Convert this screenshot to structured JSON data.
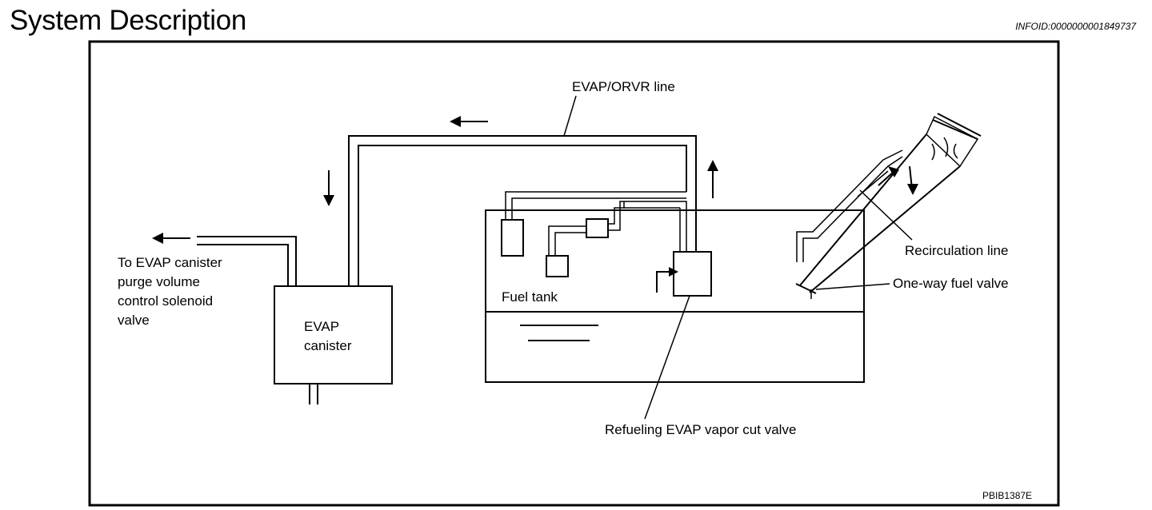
{
  "header": {
    "title": "System Description",
    "info_id": "INFOID:0000000001849737"
  },
  "diagram": {
    "labels": {
      "evap_orvr_line": "EVAP/ORVR line",
      "to_evap_canister_1": "To EVAP canister",
      "to_evap_canister_2": "purge volume",
      "to_evap_canister_3": "control solenoid",
      "to_evap_canister_4": "valve",
      "evap_canister_1": "EVAP",
      "evap_canister_2": "canister",
      "fuel_tank": "Fuel tank",
      "recirculation_line": "Recirculation line",
      "one_way_fuel_valve": "One-way fuel valve",
      "refueling_cut_valve": "Refueling EVAP vapor cut valve",
      "figure_code": "PBIB1387E"
    },
    "icons": [
      "arrow-left-icon",
      "arrow-down-icon",
      "arrow-up-icon"
    ]
  }
}
